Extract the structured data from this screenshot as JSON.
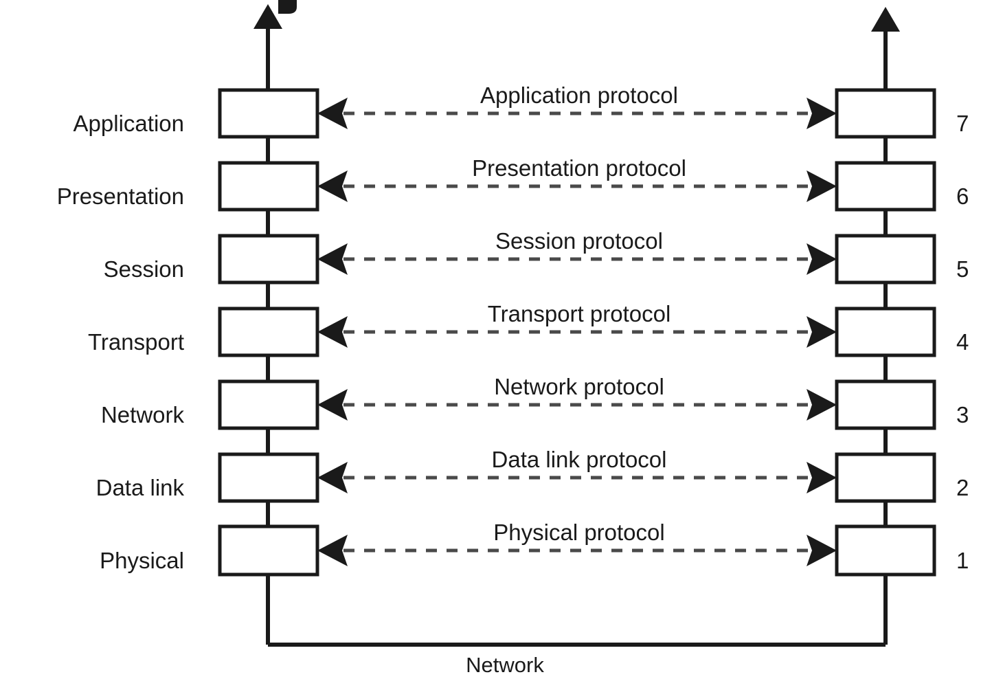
{
  "diagram": {
    "title_fragment_visible": "",
    "bottom_label": "Network",
    "colors": {
      "stroke": "#1a1a1a",
      "box_fill": "#ffffff",
      "background": "#ffffff",
      "text": "#1a1a1a"
    },
    "layers": [
      {
        "name": "Application",
        "number": "7",
        "protocol": "Application protocol"
      },
      {
        "name": "Presentation",
        "number": "6",
        "protocol": "Presentation protocol"
      },
      {
        "name": "Session",
        "number": "5",
        "protocol": "Session protocol"
      },
      {
        "name": "Transport",
        "number": "4",
        "protocol": "Transport protocol"
      },
      {
        "name": "Network",
        "number": "3",
        "protocol": "Network protocol"
      },
      {
        "name": "Data link",
        "number": "2",
        "protocol": "Data link protocol"
      },
      {
        "name": "Physical",
        "number": "1",
        "protocol": "Physical protocol"
      }
    ],
    "icons": {
      "up_arrow_left": "up-arrow-icon",
      "up_arrow_right": "up-arrow-icon",
      "peer_arrow_left": "left-arrowhead-icon",
      "peer_arrow_right": "right-arrowhead-icon"
    }
  }
}
